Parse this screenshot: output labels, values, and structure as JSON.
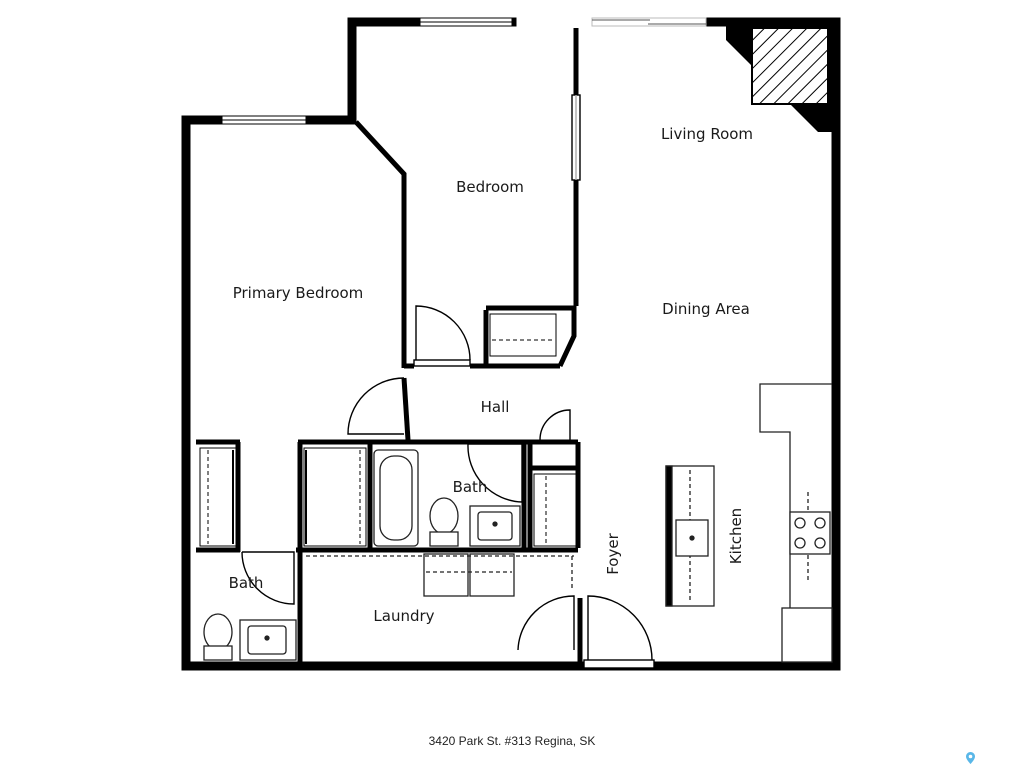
{
  "rooms": {
    "living_room": "Living Room",
    "bedroom": "Bedroom",
    "primary_bedroom": "Primary Bedroom",
    "dining_area": "Dining Area",
    "hall": "Hall",
    "bath_main": "Bath",
    "bath_ensuite": "Bath",
    "laundry": "Laundry",
    "foyer": "Foyer",
    "kitchen": "Kitchen"
  },
  "caption": "3420 Park St. #313 Regina, SK",
  "icons": {
    "map_marker": "map-pin-icon"
  },
  "colors": {
    "wall": "#000000",
    "fixture": "#222222",
    "marker": "#59b7e8",
    "background": "#ffffff"
  }
}
